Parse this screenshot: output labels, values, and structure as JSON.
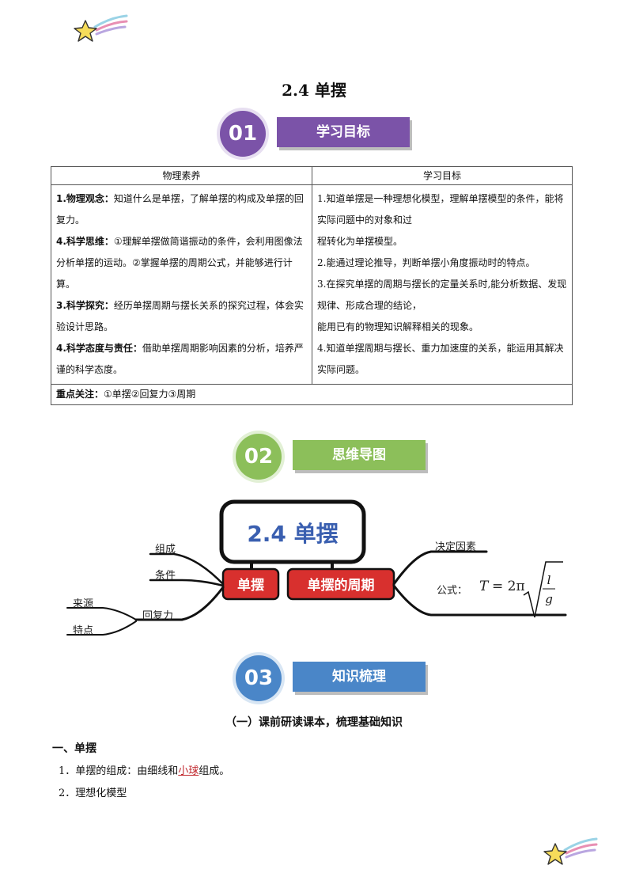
{
  "title": "2.4  单摆",
  "sections": [
    {
      "num": "01",
      "label": "学习目标"
    },
    {
      "num": "02",
      "label": "思维导图"
    },
    {
      "num": "03",
      "label": "知识梳理"
    }
  ],
  "table": {
    "headers": [
      "物理素养",
      "学习目标"
    ],
    "left": [
      {
        "bold": "1.物理观念：",
        "text": "知道什么是单摆，了解单摆的构成及单摆的回复力。"
      },
      {
        "bold": "4.科学思维：",
        "text": "①理解单摆做简谐振动的条件，会利用图像法分析单摆的运动。②掌握单摆的周期公式，并能够进行计算。"
      },
      {
        "bold": "3.科学探究：",
        "text": "经历单摆周期与摆长关系的探究过程，体会实验设计思路。"
      },
      {
        "bold": "4.科学态度与责任：",
        "text": "借助单摆周期影响因素的分析，培养严谨的科学态度。"
      }
    ],
    "right": [
      "1.知道单摆是一种理想化模型，理解单摆模型的条件，能将实际问题中的对象和过",
      "程转化为单摆模型。",
      "2.能通过理论推导，判断单摆小角度振动时的特点。",
      "3.在探究单摆的周期与摆长的定量关系时,能分析数据、发现规律、形成合理的结论，",
      "能用已有的物理知识解释相关的现象。",
      "4.知道单摆周期与摆长、重力加速度的关系，能运用其解决实际问题。"
    ],
    "focus_label": "重点关注：",
    "focus_text": "①单摆②回复力③周期"
  },
  "mindmap": {
    "title": "2.4 单摆",
    "left_node": "单摆",
    "right_node": "单摆的周期",
    "left_branches": [
      "组成",
      "条件",
      "回复力"
    ],
    "sub_branches": [
      "来源",
      "特点"
    ],
    "right_branch_top": "决定因素",
    "formula_label": "公式：",
    "formula_T": "T",
    "formula_eq": "= 2π",
    "formula_num": "l",
    "formula_den": "g"
  },
  "subtitle": "（一）课前研读课本，梳理基础知识",
  "heading1": "一、单摆",
  "items": {
    "item1_prefix": "1．单摆的组成：由细线和",
    "item1_highlight": "小球",
    "item1_suffix": "组成。",
    "item2": "2．理想化模型"
  },
  "colors": {
    "sec1": "#7b53a8",
    "sec2": "#8cbf5a",
    "sec3": "#4a86c8",
    "mindmap_red": "#d8302e",
    "highlight_red": "#c0262c"
  }
}
